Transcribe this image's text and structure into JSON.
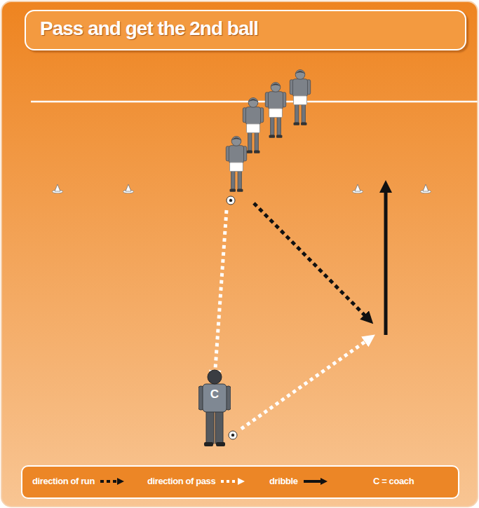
{
  "diagram": {
    "title": "Pass and get the 2nd ball",
    "nodes": [
      {
        "text": [
          "C"
        ]
      }
    ],
    "legend": [
      {
        "text": "direction of run"
      },
      {
        "text": "direction of pass"
      },
      {
        "text": "dribble"
      },
      {
        "text": "C = coach"
      }
    ]
  }
}
